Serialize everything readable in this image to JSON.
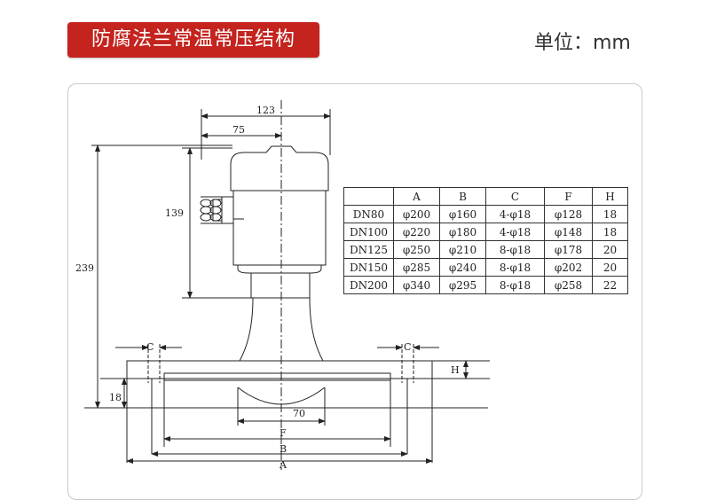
{
  "header": {
    "title": "防腐法兰常温常压结构",
    "unit_label": "单位：mm"
  },
  "dimensions": {
    "width_total": "123",
    "width_housing": "75",
    "height_housing": "139",
    "height_total": "239",
    "flange_thickness": "18",
    "horn_width": "70",
    "label_c": "C",
    "label_h": "H",
    "label_f": "F",
    "label_b": "B",
    "label_a": "A"
  },
  "spec_table": {
    "headers": [
      "",
      "A",
      "B",
      "C",
      "F",
      "H"
    ],
    "rows": [
      [
        "DN80",
        "φ200",
        "φ160",
        "4-φ18",
        "φ128",
        "18"
      ],
      [
        "DN100",
        "φ220",
        "φ180",
        "4-φ18",
        "φ148",
        "18"
      ],
      [
        "DN125",
        "φ250",
        "φ210",
        "8-φ18",
        "φ178",
        "20"
      ],
      [
        "DN150",
        "φ285",
        "φ240",
        "8-φ18",
        "φ202",
        "20"
      ],
      [
        "DN200",
        "φ340",
        "φ295",
        "8-φ18",
        "φ258",
        "22"
      ]
    ]
  }
}
